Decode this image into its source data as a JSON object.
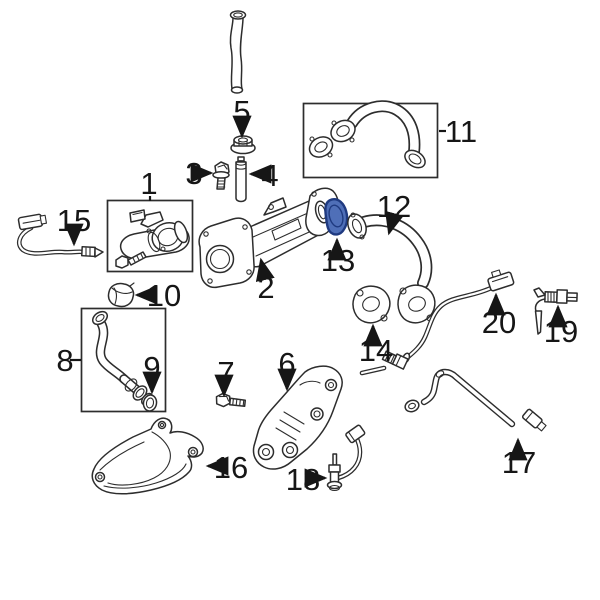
{
  "app": {
    "name": "exploded-parts-diagram"
  },
  "diagram": {
    "background": "#ffffff",
    "line_color": "#2d2d2d",
    "label_color": "#161616",
    "highlighted_part": {
      "number": "13",
      "fill": "#4f6fb8",
      "outline": "#1f3a80"
    },
    "callouts": [
      {
        "number": "1"
      },
      {
        "number": "2"
      },
      {
        "number": "3"
      },
      {
        "number": "4"
      },
      {
        "number": "5"
      },
      {
        "number": "6"
      },
      {
        "number": "7"
      },
      {
        "number": "8"
      },
      {
        "number": "9"
      },
      {
        "number": "10"
      },
      {
        "number": "11"
      },
      {
        "number": "12"
      },
      {
        "number": "13"
      },
      {
        "number": "14"
      },
      {
        "number": "15"
      },
      {
        "number": "16"
      },
      {
        "number": "17"
      },
      {
        "number": "18"
      },
      {
        "number": "19"
      },
      {
        "number": "20"
      }
    ]
  }
}
